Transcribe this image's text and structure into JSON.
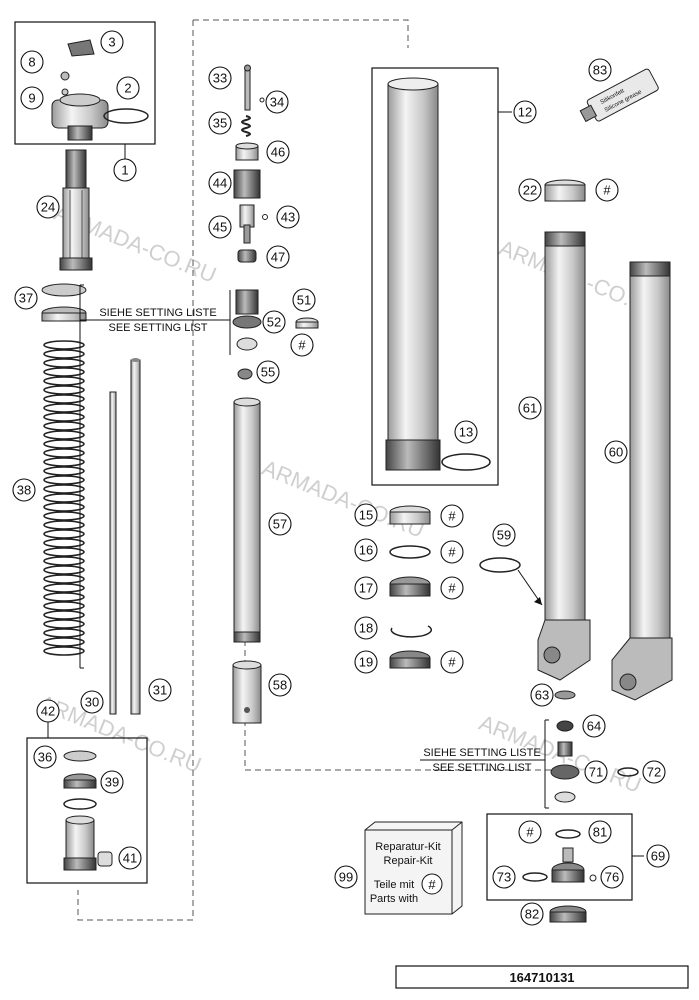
{
  "watermarks": [
    "ARMADA-CO.RU",
    "ARMADA-CO.RU",
    "ARMADA-CO.RU",
    "ARMADA-CO.RU",
    "ARMADA-CO.RU"
  ],
  "setting_note_top": {
    "line1": "SIEHE SETTING LISTE",
    "line2": "SEE SETTING LIST"
  },
  "setting_note_bottom": {
    "line1": "SIEHE SETTING LISTE",
    "line2": "SEE SETTING LIST"
  },
  "repair_kit": {
    "line1": "Reparatur-Kit",
    "line2": "Repair-Kit",
    "line3": "Teile mit",
    "line4": "Parts with",
    "symbol": "#"
  },
  "grease_label": {
    "line1": "Silikonfett",
    "line2": "Silicone grease"
  },
  "diagram_number": "164710131",
  "parts": [
    "1",
    "2",
    "3",
    "8",
    "9",
    "12",
    "13",
    "15",
    "16",
    "17",
    "18",
    "19",
    "22",
    "24",
    "30",
    "31",
    "33",
    "34",
    "35",
    "37",
    "38",
    "39",
    "41",
    "42",
    "43",
    "44",
    "45",
    "46",
    "47",
    "51",
    "52",
    "55",
    "57",
    "58",
    "59",
    "60",
    "61",
    "63",
    "64",
    "69",
    "71",
    "72",
    "73",
    "76",
    "81",
    "82",
    "83",
    "99",
    "36"
  ],
  "hash_symbol": "#"
}
